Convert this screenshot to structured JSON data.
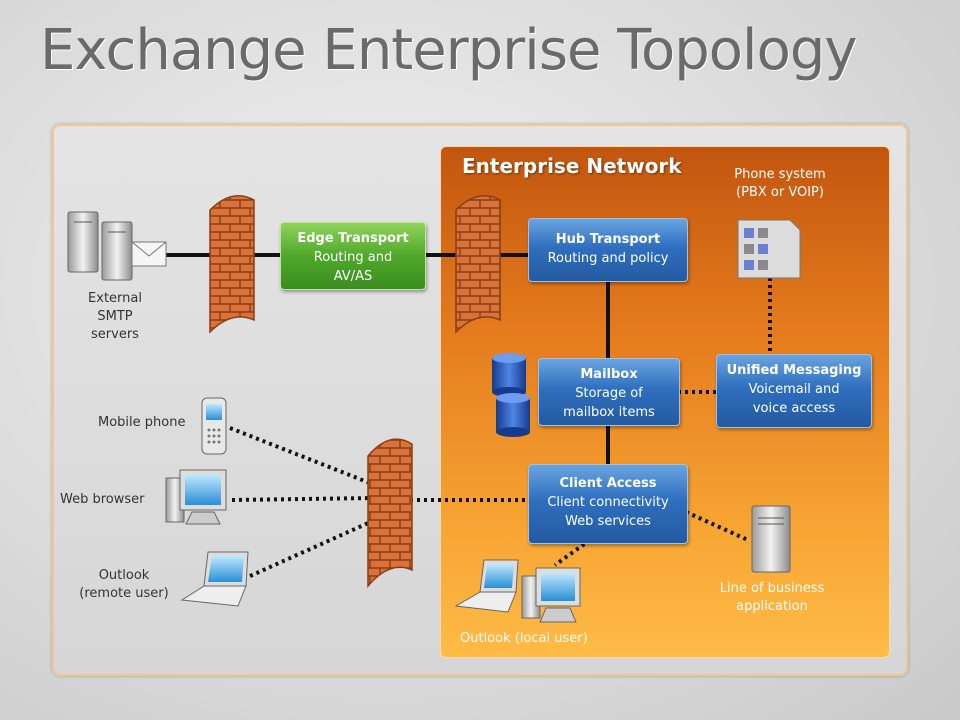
{
  "title": "Exchange Enterprise Topology",
  "enterprise_network": {
    "title": "Enterprise Network"
  },
  "edge_transport": {
    "title": "Edge Transport",
    "line1": "Routing and",
    "line2": "AV/AS"
  },
  "hub_transport": {
    "title": "Hub Transport",
    "line1": "Routing and policy"
  },
  "mailbox": {
    "title": "Mailbox",
    "line1": "Storage of",
    "line2": "mailbox items"
  },
  "unified_messaging": {
    "title": "Unified Messaging",
    "line1": "Voicemail and",
    "line2": "voice access"
  },
  "client_access": {
    "title": "Client Access",
    "line1": "Client connectivity",
    "line2": "Web services"
  },
  "labels": {
    "external_smtp": [
      "External",
      "SMTP",
      "servers"
    ],
    "phone_system": [
      "Phone system",
      "(PBX or VOIP)"
    ],
    "mobile_phone": "Mobile phone",
    "web_browser": "Web browser",
    "outlook_remote": [
      "Outlook",
      "(remote user)"
    ],
    "outlook_local": "Outlook (local user)",
    "lob_app": [
      "Line of business",
      "application"
    ]
  },
  "colors": {
    "enterprise_orange": "#e47a1d",
    "box_blue": "#2f6fbf",
    "box_green": "#4fa82a",
    "firewall_brick": "#d9733a"
  }
}
